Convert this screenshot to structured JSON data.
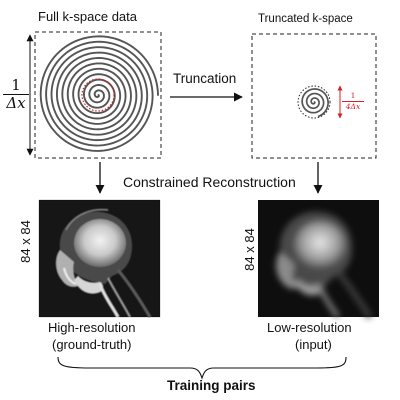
{
  "labels": {
    "full_kspace": "Full k-space data",
    "truncated_kspace": "Truncated k-space",
    "truncation": "Truncation",
    "constrained_reconstruction": "Constrained Reconstruction",
    "high_res_line1": "High-resolution",
    "high_res_line2": "(ground-truth)",
    "low_res_line1": "Low-resolution",
    "low_res_line2": "(input)",
    "training_pairs": "Training pairs",
    "image_size_left": "84 x 84",
    "image_size_right": "84 x 84"
  },
  "full_extent": {
    "numerator": "1",
    "denominator": "Δx"
  },
  "truncated_extent": {
    "numerator": "1",
    "denominator": "4Δx"
  },
  "colors": {
    "truncation_marker": "#d61f26",
    "spiral": "#555555",
    "frame": "#222222"
  }
}
